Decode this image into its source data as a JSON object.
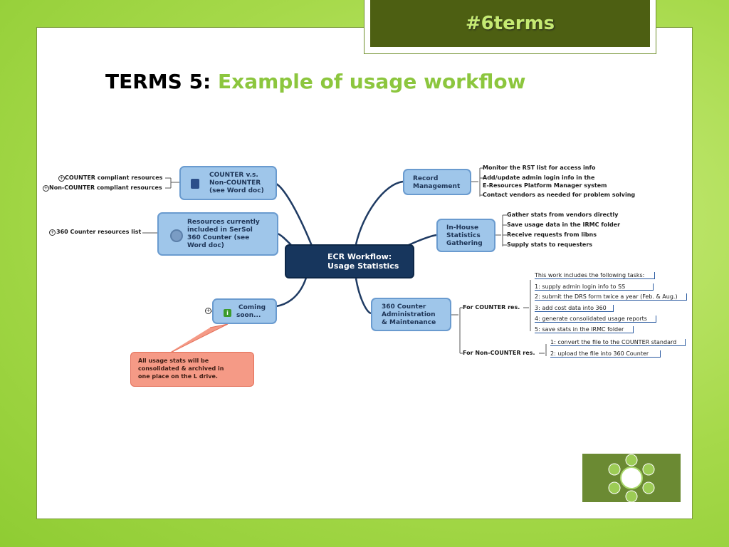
{
  "header": {
    "tag": "#6terms"
  },
  "title": {
    "prefix": "TERMS 5:",
    "highlight": "Example of usage workflow"
  },
  "mindmap": {
    "central": {
      "line1": "ECR Workflow:",
      "line2": "Usage Statistics"
    },
    "counter_node": {
      "lines": [
        "COUNTER v.s.",
        "Non-COUNTER",
        "(see Word doc)"
      ],
      "leaves": [
        "COUNTER compliant resources",
        "Non-COUNTER compliant resources"
      ]
    },
    "resources_node": {
      "lines": [
        "Resources currently",
        "included in SerSol",
        "360 Counter (see",
        "Word doc)"
      ],
      "leaves": [
        "360 Counter resources list"
      ]
    },
    "coming_node": {
      "lines": [
        "Coming",
        "soon..."
      ]
    },
    "callout": {
      "lines": [
        "All usage stats will be",
        "consolidated & archived in",
        "one place on the L drive."
      ]
    },
    "record_node": {
      "lines": [
        "Record",
        "Management"
      ],
      "leaves": [
        "Monitor the RST list for access info",
        "Add/update admin login info in the",
        "E-Resources Platform Manager system",
        "Contact vendors as needed for problem solving"
      ]
    },
    "inhouse_node": {
      "lines": [
        "In-House",
        "Statistics",
        "Gathering"
      ],
      "leaves": [
        "Gather stats from vendors directly",
        "Save usage data in the IRMC folder",
        "Receive requests from libns",
        "Supply stats to requesters"
      ]
    },
    "admin_node": {
      "lines": [
        "360 Counter",
        "Administration",
        "& Maintenance"
      ],
      "for_counter": "For COUNTER res.",
      "for_non_counter": "For Non-COUNTER res.",
      "tasks_header": "This work includes the following tasks:",
      "counter_tasks": [
        "1: supply admin login info to SS",
        "2: submit the DRS form twice a year (Feb. & Aug.)",
        "3: add cost data into 360",
        "4: generate consolidated usage reports",
        "5: save stats in the IRMC folder"
      ],
      "non_counter_tasks": [
        "1: convert the file to the COUNTER standard",
        "2: upload the file into 360 Counter"
      ]
    }
  },
  "colors": {
    "accent_green": "#8cc63e",
    "header_bg": "#4d5f12",
    "node_blue": "#9fc6ea",
    "central_navy": "#17365d",
    "callout_salmon": "#f59a86"
  }
}
